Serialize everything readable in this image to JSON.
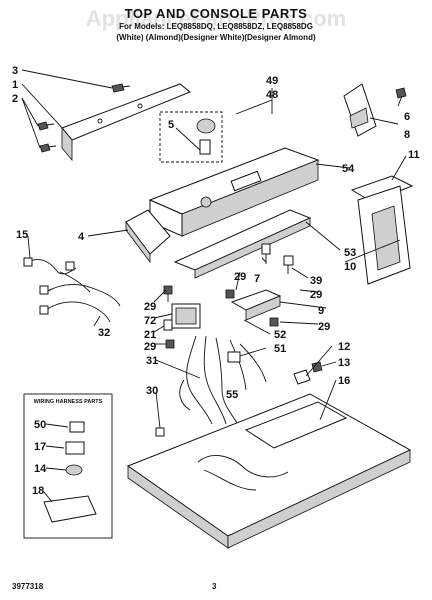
{
  "header": {
    "title": "TOP AND CONSOLE PARTS",
    "models_line": "For Models: LEQ8858DQ, LEQ8858DZ, LEQ8858DG",
    "colors_line": "(White)    (Almond)(Designer White)(Designer Almond)",
    "watermark": "AppliancePartsPros.com"
  },
  "callouts": [
    "1",
    "2",
    "3",
    "4",
    "5",
    "6",
    "7",
    "8",
    "9",
    "10",
    "11",
    "12",
    "13",
    "14",
    "15",
    "16",
    "17",
    "18",
    "21",
    "29",
    "30",
    "31",
    "32",
    "39",
    "48",
    "49",
    "50",
    "51",
    "52",
    "53",
    "54",
    "55",
    "72"
  ],
  "wiring_box": {
    "title": "WIRING HARNESS PARTS",
    "items": [
      "50",
      "17",
      "14",
      "18"
    ]
  },
  "footer": {
    "doc_number": "3977318",
    "page": "3"
  }
}
